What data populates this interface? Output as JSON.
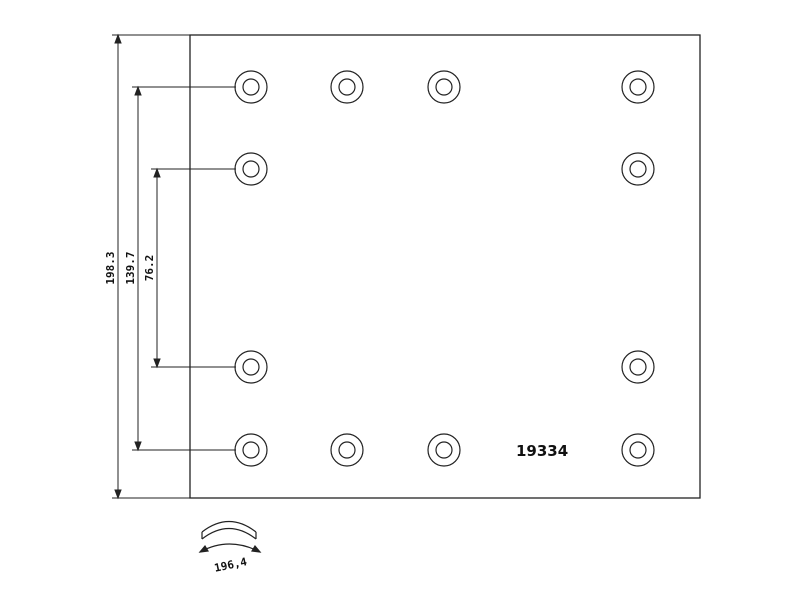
{
  "drawing": {
    "part_number": "19334",
    "dimensions": {
      "overall_height": "198.3",
      "outer_hole_spacing": "139.7",
      "inner_hole_spacing": "76.2",
      "arc_width": "196,4"
    },
    "line_color": "#222222",
    "background": "#ffffff"
  }
}
